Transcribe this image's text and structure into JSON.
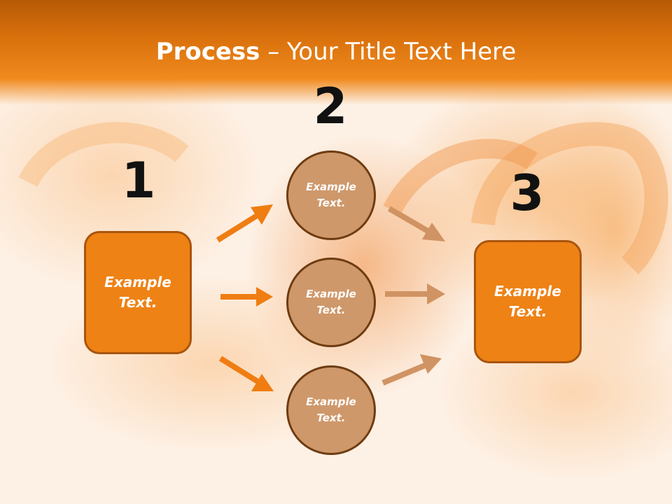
{
  "slide": {
    "title_bold": "Process",
    "title_rest": " – Your Title Text Here"
  },
  "steps": {
    "step1": {
      "number": "1",
      "box_text": "Example Text."
    },
    "step2": {
      "number": "2",
      "circles": [
        "Example Text.",
        "Example Text.",
        "Example Text."
      ]
    },
    "step3": {
      "number": "3",
      "box_text": "Example Text."
    }
  },
  "colors": {
    "header": "#e07a10",
    "box_fill": "#ee8215",
    "box_border": "#a9550e",
    "circle_fill": "#cf986a",
    "circle_border": "#6e3c12",
    "arrow_left": "#ef7d12",
    "arrow_right": "#d09363"
  }
}
